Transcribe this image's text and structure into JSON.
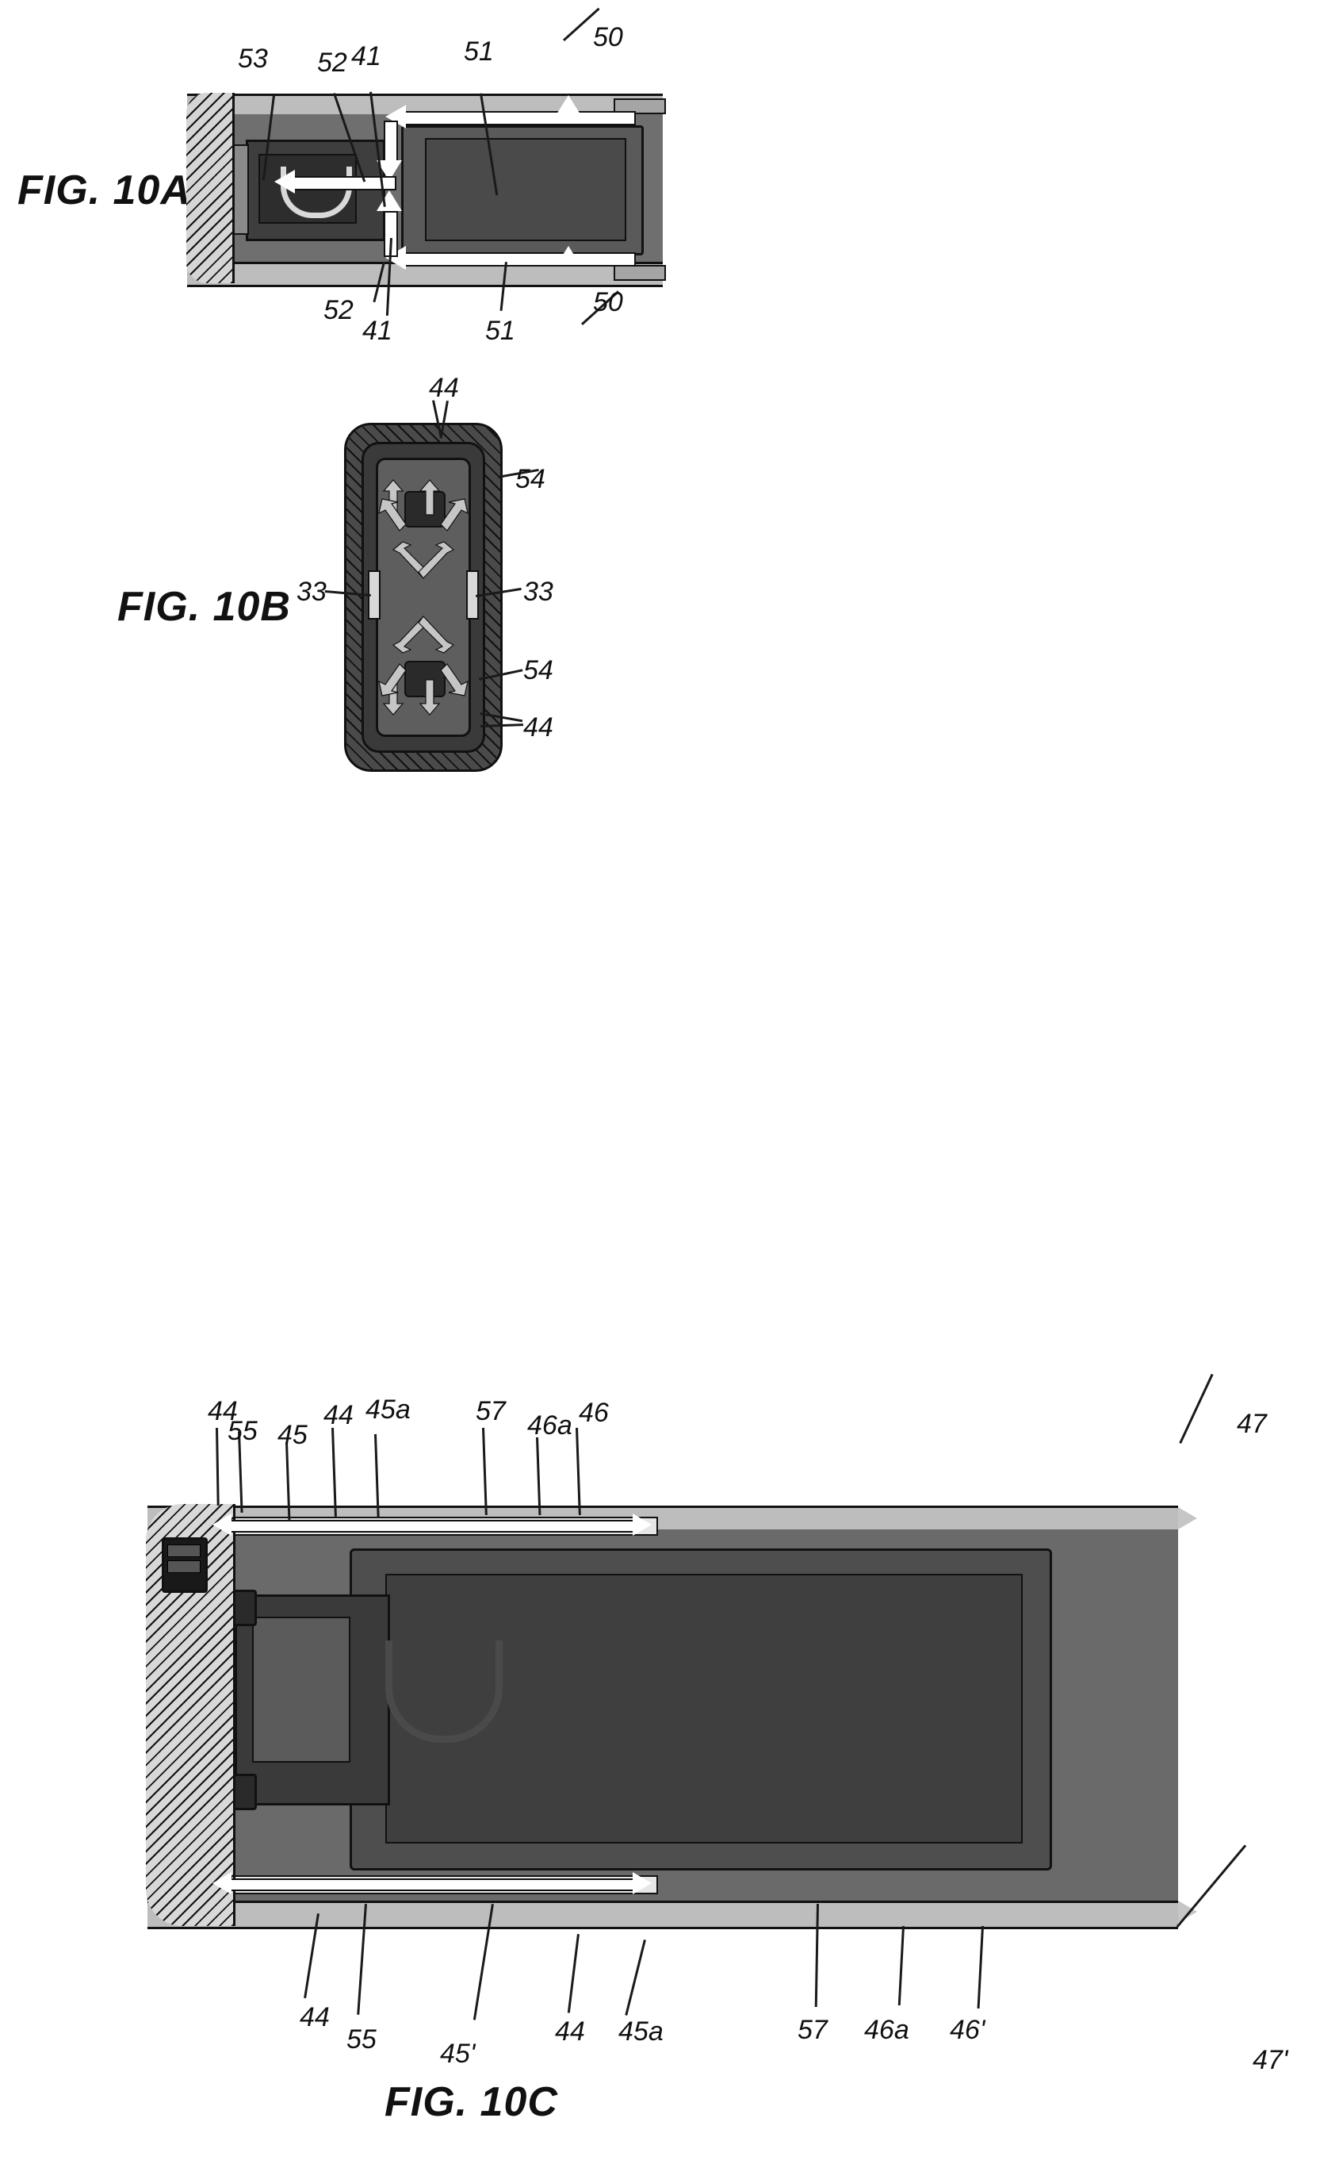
{
  "figure": {
    "sheet_title": "Patent drawing sheet — FIG. 10A / FIG. 10B / FIG. 10C",
    "panels": [
      {
        "id": "fig10a",
        "label": "FIG. 10A",
        "view": "longitudinal cross-section of cartridge / device body",
        "callouts_top": [
          "53",
          "52",
          "41",
          "51",
          "50"
        ],
        "callouts_bottom": [
          "52",
          "41",
          "51",
          "50"
        ]
      },
      {
        "id": "fig10b",
        "label": "FIG. 10B",
        "view": "end-on cross-section showing airflow spreading",
        "callouts": [
          "44",
          "54",
          "33",
          "33",
          "54",
          "44"
        ]
      },
      {
        "id": "fig10c",
        "label": "FIG. 10C",
        "view": "longitudinal cross-section with air channels",
        "callouts_top": [
          "44",
          "55",
          "45",
          "44",
          "45a",
          "57",
          "46a",
          "46",
          "47"
        ],
        "callouts_bottom": [
          "44",
          "55",
          "45'",
          "44",
          "45a",
          "57",
          "46a",
          "46'",
          "47'"
        ]
      }
    ]
  },
  "fig10a": {
    "label": "FIG. 10A",
    "refs": {
      "t53": "53",
      "t52": "52",
      "t41": "41",
      "t51": "51",
      "t50": "50",
      "b52": "52",
      "b41": "41",
      "b51": "51",
      "b50": "50"
    }
  },
  "fig10b": {
    "label": "FIG. 10B",
    "refs": {
      "t44": "44",
      "r54": "54",
      "l33": "33",
      "r33": "33",
      "r54b": "54",
      "b44": "44"
    }
  },
  "fig10c": {
    "label": "FIG. 10C",
    "refs": {
      "t44a": "44",
      "t55": "55",
      "t45": "45",
      "t44b": "44",
      "t45a": "45a",
      "t57": "57",
      "t46a": "46a",
      "t46": "46",
      "t47": "47",
      "b44a": "44",
      "b55": "55",
      "b45p": "45'",
      "b44b": "44",
      "b45a": "45a",
      "b57": "57",
      "b46a": "46a",
      "b46p": "46'",
      "b47p": "47'"
    }
  },
  "colors": {
    "ink": "#111111",
    "paper": "#ffffff",
    "shell_light": "#bdbdbd",
    "body_mid": "#6a6a6a",
    "body_dark": "#3a3a3a",
    "flow_arrow_white": "#ffffff",
    "flow_arrow_gray": "#c6c6c6"
  }
}
